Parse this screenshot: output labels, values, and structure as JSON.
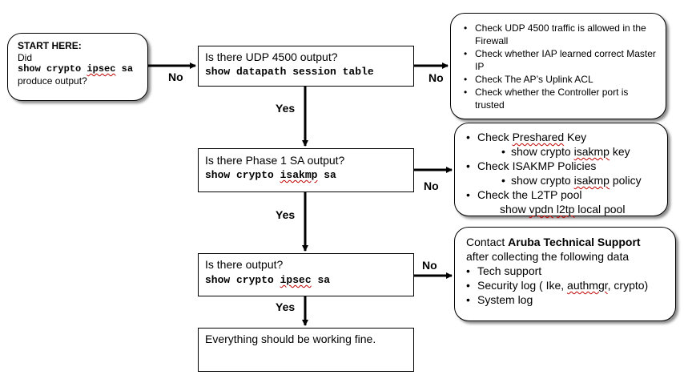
{
  "start": {
    "heading": "START HERE:",
    "line1": "Did",
    "cmd_prefix": "show crypto ",
    "cmd_wavy": "ipsec",
    "cmd_suffix": " sa",
    "line3": "produce output?"
  },
  "q1": {
    "question": "Is there UDP 4500 output?",
    "command": "show datapath session table"
  },
  "q2": {
    "question": "Is there Phase 1 SA output?",
    "cmd_prefix": "show crypto ",
    "cmd_wavy": "isakmp",
    "cmd_suffix": " sa"
  },
  "q3": {
    "question": "Is there output?",
    "cmd_prefix": "show crypto ",
    "cmd_wavy": "ipsec",
    "cmd_suffix": " sa"
  },
  "final": {
    "text": "Everything should be working fine."
  },
  "labels": {
    "no1": "No",
    "no2": "No",
    "no3": "No",
    "no4": "No",
    "yes1": "Yes",
    "yes2": "Yes",
    "yes3": "Yes"
  },
  "udp_checks": {
    "items": [
      "Check UDP 4500 traffic is allowed in the Firewall",
      "Check whether IAP learned correct Master IP",
      "Check The AP’s Uplink ACL",
      "Check whether the Controller port is trusted"
    ]
  },
  "phase1_checks": {
    "item1_prefix": "Check ",
    "item1_wavy": "Preshared",
    "item1_suffix": " Key",
    "sub1_prefix": "show crypto ",
    "sub1_wavy": "isakmp",
    "sub1_suffix": " key",
    "item2": "Check ISAKMP Policies",
    "sub2_prefix": "show crypto ",
    "sub2_wavy": "isakmp",
    "sub2_suffix": " policy",
    "item3": "Check the L2TP pool",
    "sub3_prefix": "show ",
    "sub3_wavy": "vpdn",
    "sub3_mid": " ",
    "sub3_wavy2": "l2tp",
    "sub3_suffix": " local pool"
  },
  "support": {
    "intro_prefix": "Contact ",
    "intro_bold": "Aruba Technical Support",
    "intro_line2": "after collecting the following data",
    "item1": "Tech support",
    "item2_prefix": "Security log ( Ike, ",
    "item2_wavy": "authmgr",
    "item2_suffix": ", crypto)",
    "item3": "System log"
  }
}
